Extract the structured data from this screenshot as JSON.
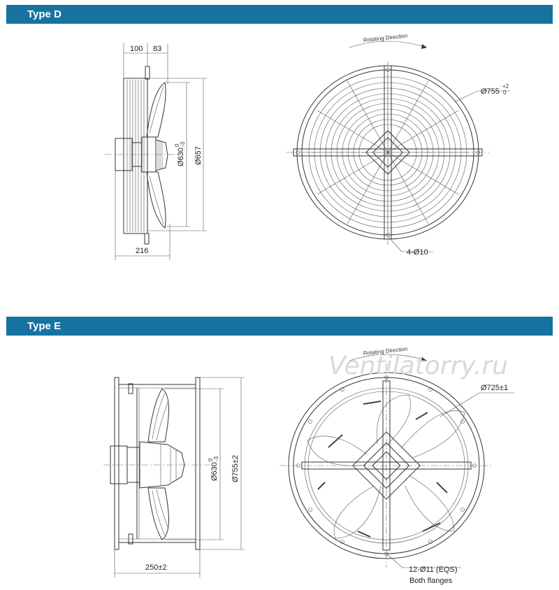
{
  "sections": [
    {
      "title": "Type D",
      "side_view": {
        "dims": [
          "100",
          "83",
          "216",
          "Ø630",
          "0",
          "-3",
          "Ø657"
        ]
      },
      "front_view": {
        "rotating_direction": "Rotating Direction",
        "outer_dia": "Ø755",
        "outer_dia_tol_upper": "+2",
        "outer_dia_tol_lower": "0",
        "holes": "4-Ø10"
      }
    },
    {
      "title": "Type E",
      "side_view": {
        "dims": [
          "250±2",
          "Ø630",
          "0",
          "-3",
          "Ø755±2"
        ]
      },
      "front_view": {
        "rotating_direction": "Rotating Direction",
        "ring_dia": "Ø725±1",
        "holes_line1": "12-Ø11 (EQS)",
        "holes_line2": "Both flanges"
      }
    }
  ],
  "watermark": "Ventilatorry.ru",
  "colors": {
    "banner": "#1673a0",
    "banner_text": "#ffffff",
    "line": "#333333"
  }
}
